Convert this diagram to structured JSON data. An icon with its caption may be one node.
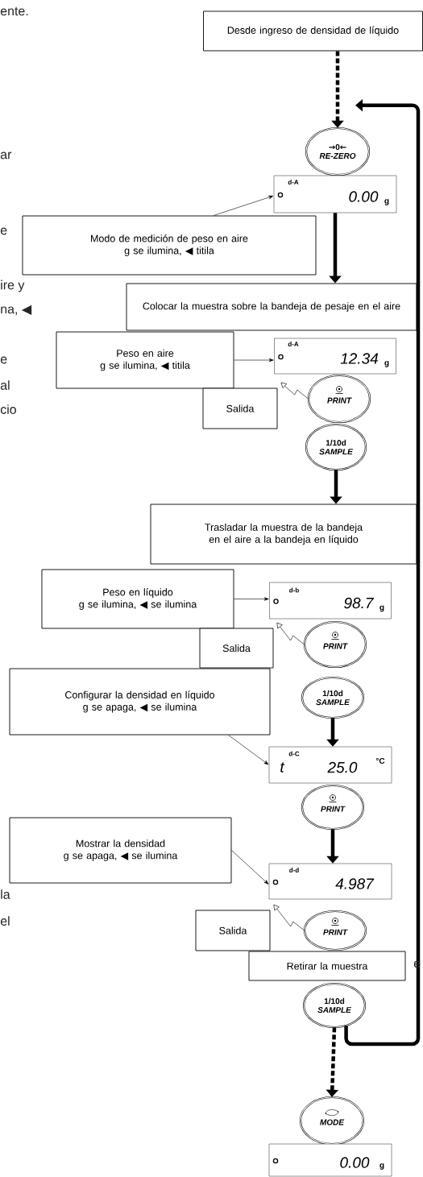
{
  "diagram": {
    "nodes": [
      {
        "text": [
          "Desde ingreso de densidad de líquido"
        ]
      },
      {
        "text": [
          "→0←",
          "RE-ZERO"
        ]
      },
      {
        "text": [
          "d-A",
          "0.00",
          "g"
        ]
      },
      {
        "text": [
          "Modo de medición de peso en aire",
          "g se ilumina, ◀ titila"
        ]
      },
      {
        "text": [
          "Colocar la muestra sobre la bandeja de pesaje en el aire"
        ]
      },
      {
        "text": [
          "Peso en aire",
          "g se ilumina, ◀ titila"
        ]
      },
      {
        "text": [
          "d-A",
          "12.34",
          "g"
        ]
      },
      {
        "text": [
          "Salida"
        ]
      },
      {
        "text": [
          "PRINT"
        ]
      },
      {
        "text": [
          "1/10d",
          "SAMPLE"
        ]
      },
      {
        "text": [
          "Trasladar la muestra de la bandeja en el aire a la bandeja en líquido"
        ]
      },
      {
        "text": [
          "Peso en líquido",
          "g se ilumina, ◀ se ilumina"
        ]
      },
      {
        "text": [
          "d-b",
          "98.7",
          "g"
        ]
      },
      {
        "text": [
          "Salida"
        ]
      },
      {
        "text": [
          "PRINT"
        ]
      },
      {
        "text": [
          "Configurar la densidad en líquido",
          "g se apaga, ◀ se ilumina"
        ]
      },
      {
        "text": [
          "1/10d",
          "SAMPLE"
        ]
      },
      {
        "text": [
          "d-C",
          "t",
          "25.0",
          "°C"
        ]
      },
      {
        "text": [
          "PRINT"
        ]
      },
      {
        "text": [
          "Mostrar la densidad",
          "g se apaga, ◀ se ilumina"
        ]
      },
      {
        "text": [
          "d-d",
          "4.987"
        ]
      },
      {
        "text": [
          "Salida"
        ]
      },
      {
        "text": [
          "PRINT"
        ]
      },
      {
        "text": [
          "Retirar la muestra"
        ]
      },
      {
        "text": [
          "1/10d",
          "SAMPLE"
        ]
      },
      {
        "text": [
          "MODE"
        ]
      },
      {
        "text": [
          "0.00",
          "g"
        ]
      }
    ],
    "edges": [
      {
        "from": 0,
        "to": 1,
        "arrow": "to",
        "style": "dashed"
      },
      {
        "from": 3,
        "to": 2,
        "arrow": "to"
      },
      {
        "from": 2,
        "to": 4,
        "arrow": "to",
        "style": "thick"
      },
      {
        "from": 5,
        "to": 6,
        "arrow": "to"
      },
      {
        "from": 8,
        "to": 7,
        "arrow": "to"
      },
      {
        "from": 9,
        "to": 10,
        "arrow": "to",
        "style": "thick"
      },
      {
        "from": 11,
        "to": 12,
        "arrow": "to"
      },
      {
        "from": 14,
        "to": 13,
        "arrow": "to"
      },
      {
        "from": 15,
        "to": 17,
        "arrow": "to"
      },
      {
        "from": 16,
        "to": 17,
        "arrow": "to",
        "style": "thick"
      },
      {
        "from": 19,
        "to": 20,
        "arrow": "to"
      },
      {
        "from": 18,
        "to": 20,
        "arrow": "to",
        "style": "thick"
      },
      {
        "from": 22,
        "to": 21,
        "arrow": "to"
      },
      {
        "from": 24,
        "to": 1,
        "arrow": "to",
        "style": "thick"
      },
      {
        "from": 24,
        "to": 25,
        "arrow": "to",
        "style": "dashed"
      }
    ],
    "labels": [
      "ente.",
      "ar",
      "e",
      "ire y",
      "na, ◀",
      "e",
      "al",
      "cio",
      "la",
      "el",
      "e"
    ]
  }
}
